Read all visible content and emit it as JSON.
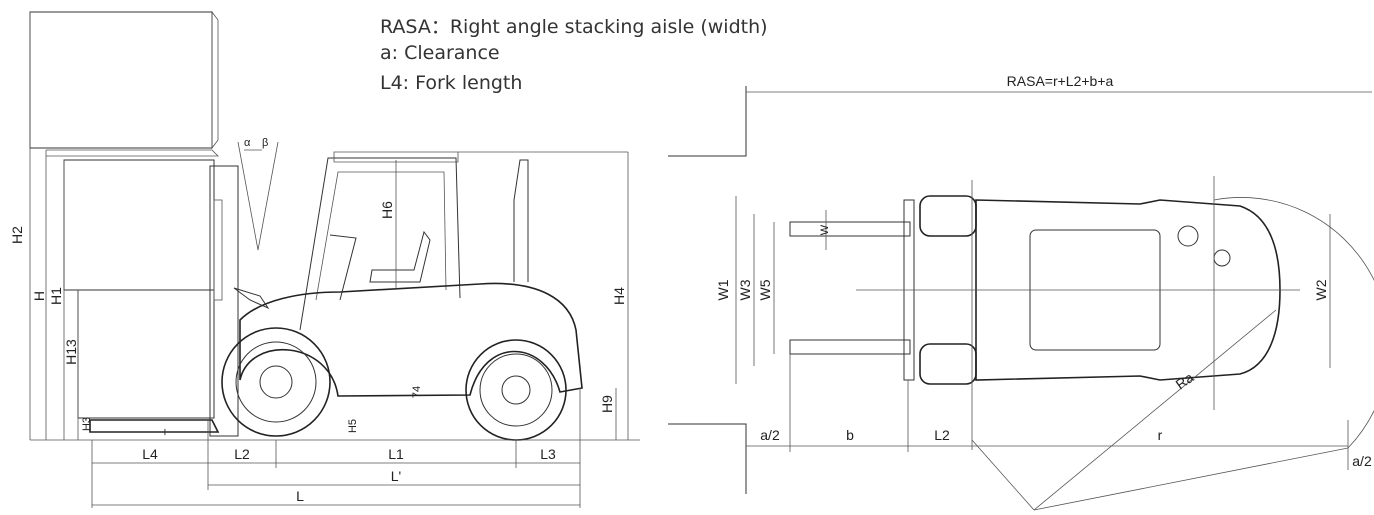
{
  "legend": {
    "rasa": "RASA：Right angle stacking aisle (width)",
    "clearance": "a: Clearance",
    "fork_length": "L4: Fork length"
  },
  "side_view": {
    "H2": "H2",
    "H": "H",
    "H1": "H1",
    "H13": "H13",
    "H3": "H3",
    "T": "T",
    "H6": "H6",
    "H4": "H4",
    "H9": "H9",
    "H5": "H5",
    "angle_a": "α",
    "angle_b": "β",
    "L4": "L4",
    "L2": "L2",
    "L1": "L1",
    "L3": "L3",
    "Lp": "L'",
    "L": "L",
    "dim74": "74"
  },
  "top_view": {
    "rasa_formula": "RASA=r+L2+b+a",
    "W1": "W1",
    "W3": "W3",
    "W5": "W5",
    "W": "W",
    "W2": "W2",
    "Ra": "Ra",
    "a_half_left": "a/2",
    "b": "b",
    "L2": "L2",
    "r": "r",
    "a_half_right": "a/2"
  }
}
